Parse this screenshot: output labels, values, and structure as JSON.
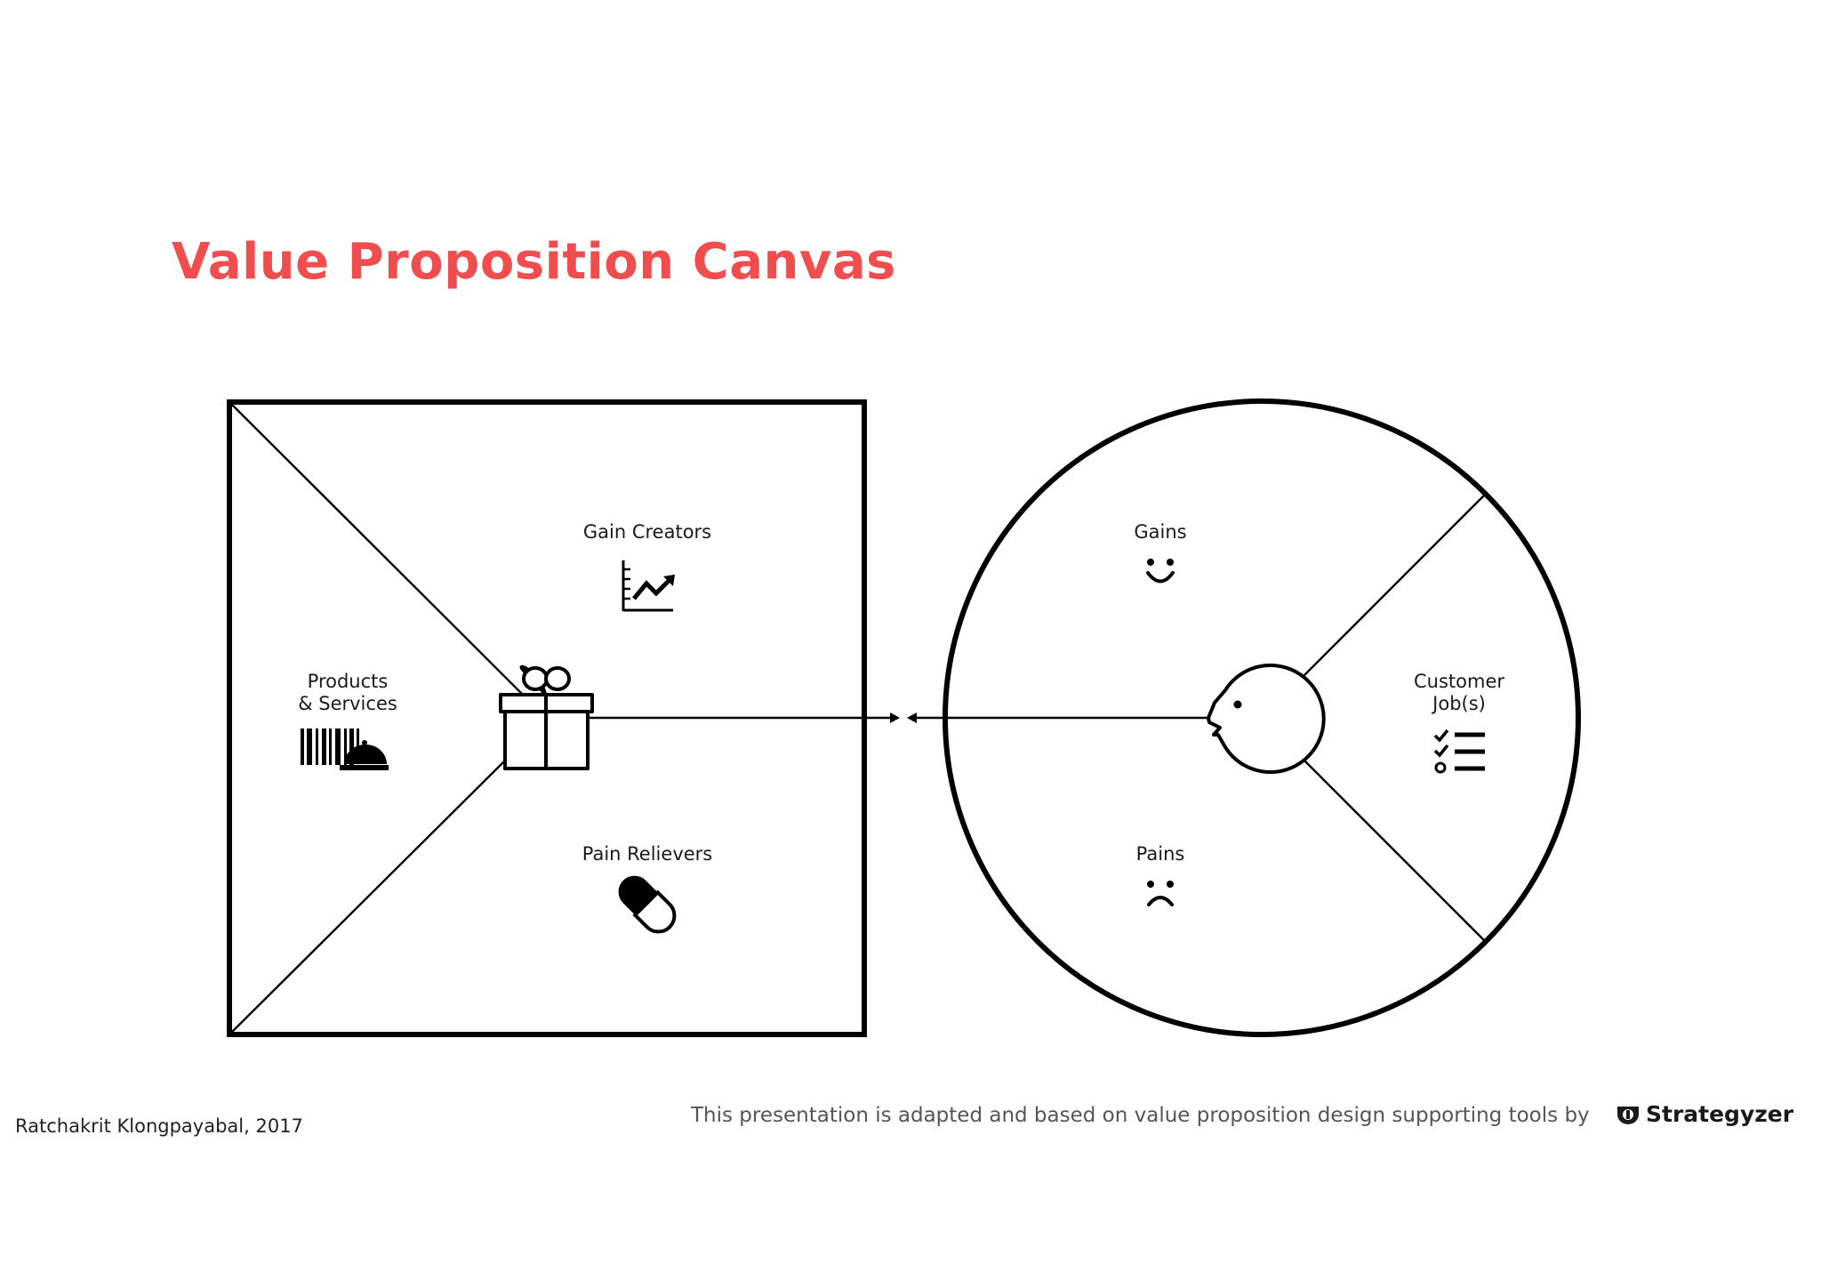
{
  "title": "Value Proposition Canvas",
  "value_map": {
    "gain_creators": "Gain Creators",
    "products_services_line1": "Products",
    "products_services_line2": "& Services",
    "pain_relievers": "Pain Relievers"
  },
  "customer_profile": {
    "gains": "Gains",
    "customer_jobs_line1": "Customer",
    "customer_jobs_line2": "Job(s)",
    "pains": "Pains"
  },
  "icons": {
    "gain_creators": "chart-up-icon",
    "products_services": "barcode-service-bell-icon",
    "value_proposition": "gift-box-icon",
    "pain_relievers": "pill-icon",
    "gains": "smiley-face-icon",
    "customer_jobs": "checklist-icon",
    "pains": "sad-face-icon",
    "customer": "customer-head-icon",
    "brand": "strategyzer-logo-icon"
  },
  "footer": {
    "author": "Ratchakrit Klongpayabal, 2017",
    "attribution": "This presentation is adapted and based on value proposition design supporting tools by",
    "brand": "Strategyzer"
  },
  "colors": {
    "title": "#f04e4e",
    "lines": "#000000"
  }
}
